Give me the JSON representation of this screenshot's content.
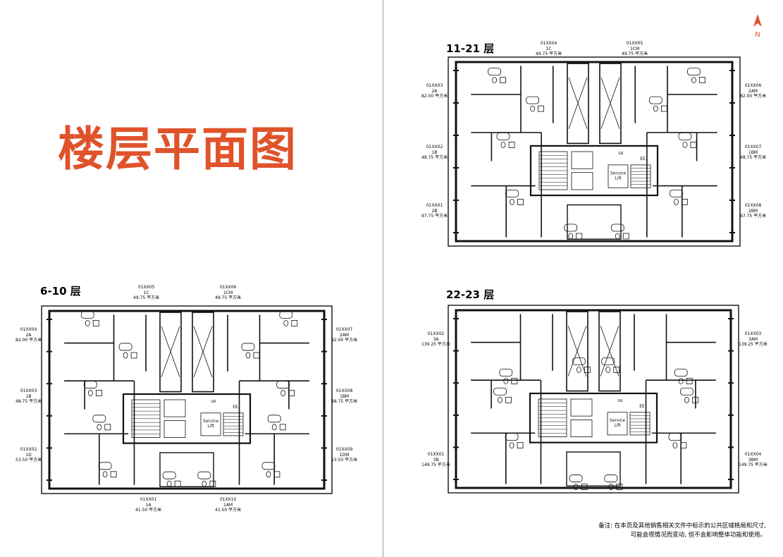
{
  "title": "楼层平面图",
  "north_label": "N",
  "note": {
    "line1": "备注: 在本页及其他销售相关文件中标示的公共区域格局和尺寸,",
    "line2": "可能会视情况而变动, 但不会影响整体功能和使用。"
  },
  "plans": {
    "p1121": {
      "title": "11-21 层",
      "lift_label_1": "Service",
      "lift_label_2": "Lift",
      "ee_label": "EE.",
      "gr_label": "GR",
      "units": [
        {
          "code": "01XX04",
          "type": "1C",
          "area": "49.75",
          "unit": "平方米"
        },
        {
          "code": "01XX05",
          "type": "1CM",
          "area": "49.75",
          "unit": "平方米"
        },
        {
          "code": "01XX03",
          "type": "2A",
          "area": "82.00",
          "unit": "平方米"
        },
        {
          "code": "01XX06",
          "type": "2AM",
          "area": "82.00",
          "unit": "平方米"
        },
        {
          "code": "01XX02",
          "type": "1B",
          "area": "48.75",
          "unit": "平方米"
        },
        {
          "code": "01XX07",
          "type": "1BM",
          "area": "48.75",
          "unit": "平方米"
        },
        {
          "code": "01XX01",
          "type": "2B",
          "area": "97.75",
          "unit": "平方米"
        },
        {
          "code": "01XX08",
          "type": "2BM",
          "area": "97.75",
          "unit": "平方米"
        }
      ]
    },
    "p610": {
      "title": "6-10 层",
      "lift_label_1": "Service",
      "lift_label_2": "Lift",
      "ee_label": "EE.",
      "gr_label": "GR",
      "units": [
        {
          "code": "01XX05",
          "type": "1C",
          "area": "49.75",
          "unit": "平方米"
        },
        {
          "code": "01XX06",
          "type": "1CM",
          "area": "49.75",
          "unit": "平方米"
        },
        {
          "code": "01XX04",
          "type": "2A",
          "area": "82.00",
          "unit": "平方米"
        },
        {
          "code": "01XX07",
          "type": "2AM",
          "area": "82.00",
          "unit": "平方米"
        },
        {
          "code": "01XX03",
          "type": "1B",
          "area": "48.75",
          "unit": "平方米"
        },
        {
          "code": "01XX08",
          "type": "1BM",
          "area": "48.75",
          "unit": "平方米"
        },
        {
          "code": "01XX02",
          "type": "1D",
          "area": "53.50",
          "unit": "平方米"
        },
        {
          "code": "01XX09",
          "type": "1DM",
          "area": "53.50",
          "unit": "平方米"
        },
        {
          "code": "01XX01",
          "type": "1A",
          "area": "41.50",
          "unit": "平方米"
        },
        {
          "code": "01XX10",
          "type": "1AM",
          "area": "41.50",
          "unit": "平方米"
        }
      ]
    },
    "p2223": {
      "title": "22-23 层",
      "lift_label_1": "Service",
      "lift_label_2": "Lift",
      "ee_label": "EE.",
      "gr_label": "GR",
      "units": [
        {
          "code": "01XX02",
          "type": "3A",
          "area": "139.25",
          "unit": "平方米"
        },
        {
          "code": "01XX03",
          "type": "3AM",
          "area": "139.25",
          "unit": "平方米"
        },
        {
          "code": "01XX01",
          "type": "3B",
          "area": "149.75",
          "unit": "平方米"
        },
        {
          "code": "01XX04",
          "type": "3BM",
          "area": "149.75",
          "unit": "平方米"
        }
      ]
    }
  },
  "colors": {
    "accent": "#e0532a",
    "line": "#111111",
    "wall": "#1a1a1a"
  }
}
